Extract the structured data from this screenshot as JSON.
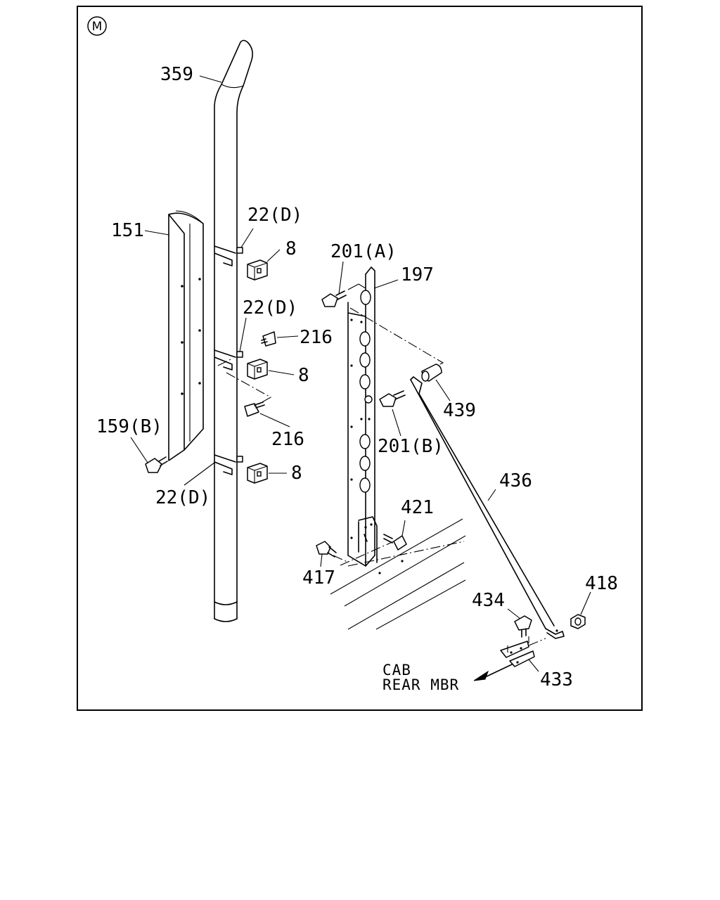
{
  "section_badge": "M",
  "labels": {
    "p359": "359",
    "p151": "151",
    "p22d_top": "22(D)",
    "p8_top": "8",
    "p22d_mid": "22(D)",
    "p216_top": "216",
    "p8_mid": "8",
    "p216_bottom": "216",
    "p159b": "159(B)",
    "p8_bottom": "8",
    "p22d_bottom": "22(D)",
    "p201a": "201(A)",
    "p197": "197",
    "p439": "439",
    "p201b": "201(B)",
    "p436": "436",
    "p421": "421",
    "p417": "417",
    "p418": "418",
    "p434": "434",
    "p433": "433"
  },
  "direction_note": {
    "line1": "CAB",
    "line2": "REAR MBR"
  }
}
